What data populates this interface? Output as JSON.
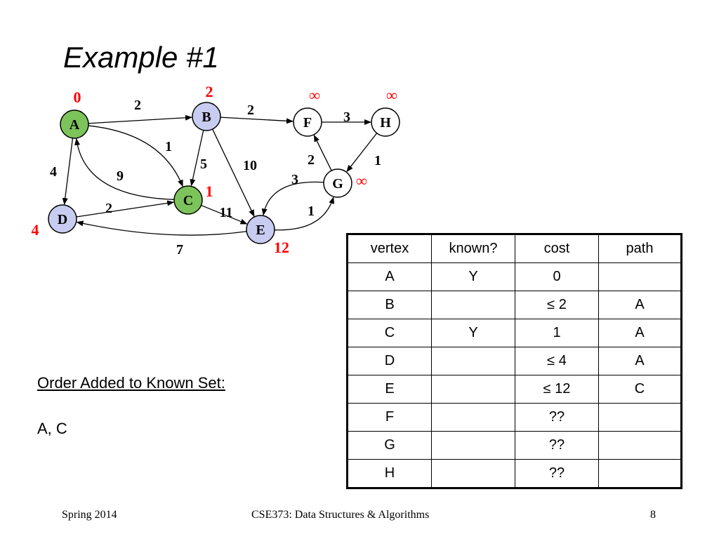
{
  "slide": {
    "title": "Example #1",
    "order_heading": "Order Added to Known Set:",
    "order_list": "A, C"
  },
  "graph": {
    "colors": {
      "known": "#7dc35b",
      "discovered": "#c8ccf0",
      "unknown": "#ffffff",
      "cost": "#ff0000"
    },
    "nodes": [
      {
        "id": "A",
        "state": "known",
        "cost": "0"
      },
      {
        "id": "B",
        "state": "discovered",
        "cost": "2"
      },
      {
        "id": "C",
        "state": "known",
        "cost": "1"
      },
      {
        "id": "D",
        "state": "discovered",
        "cost": "4"
      },
      {
        "id": "E",
        "state": "discovered",
        "cost": "12"
      },
      {
        "id": "F",
        "state": "unknown",
        "cost": "∞"
      },
      {
        "id": "G",
        "state": "unknown",
        "cost": "∞"
      },
      {
        "id": "H",
        "state": "unknown",
        "cost": "∞"
      }
    ],
    "edges": [
      {
        "from": "A",
        "to": "B",
        "weight": "2"
      },
      {
        "from": "A",
        "to": "C",
        "weight": "1"
      },
      {
        "from": "A",
        "to": "D",
        "weight": "4"
      },
      {
        "from": "B",
        "to": "C",
        "weight": "5"
      },
      {
        "from": "B",
        "to": "E",
        "weight": "10"
      },
      {
        "from": "B",
        "to": "F",
        "weight": "2"
      },
      {
        "from": "C",
        "to": "A",
        "weight": "9"
      },
      {
        "from": "C",
        "to": "E",
        "weight": "11"
      },
      {
        "from": "D",
        "to": "C",
        "weight": "2"
      },
      {
        "from": "E",
        "to": "D",
        "weight": "7"
      },
      {
        "from": "E",
        "to": "G",
        "weight": "1"
      },
      {
        "from": "F",
        "to": "H",
        "weight": "3"
      },
      {
        "from": "G",
        "to": "E",
        "weight": "3"
      },
      {
        "from": "G",
        "to": "F",
        "weight": "2"
      },
      {
        "from": "H",
        "to": "G",
        "weight": "1"
      }
    ]
  },
  "table": {
    "headers": [
      "vertex",
      "known?",
      "cost",
      "path"
    ],
    "rows": [
      {
        "vertex": "A",
        "known": "Y",
        "cost": "0",
        "path": ""
      },
      {
        "vertex": "B",
        "known": "",
        "cost": "≤ 2",
        "path": "A"
      },
      {
        "vertex": "C",
        "known": "Y",
        "cost": "1",
        "path": "A"
      },
      {
        "vertex": "D",
        "known": "",
        "cost": "≤ 4",
        "path": "A"
      },
      {
        "vertex": "E",
        "known": "",
        "cost": "≤ 12",
        "path": "C"
      },
      {
        "vertex": "F",
        "known": "",
        "cost": "??",
        "path": ""
      },
      {
        "vertex": "G",
        "known": "",
        "cost": "??",
        "path": ""
      },
      {
        "vertex": "H",
        "known": "",
        "cost": "??",
        "path": ""
      }
    ]
  },
  "footer": {
    "left": "Spring 2014",
    "center": "CSE373: Data Structures & Algorithms",
    "right": "8"
  }
}
